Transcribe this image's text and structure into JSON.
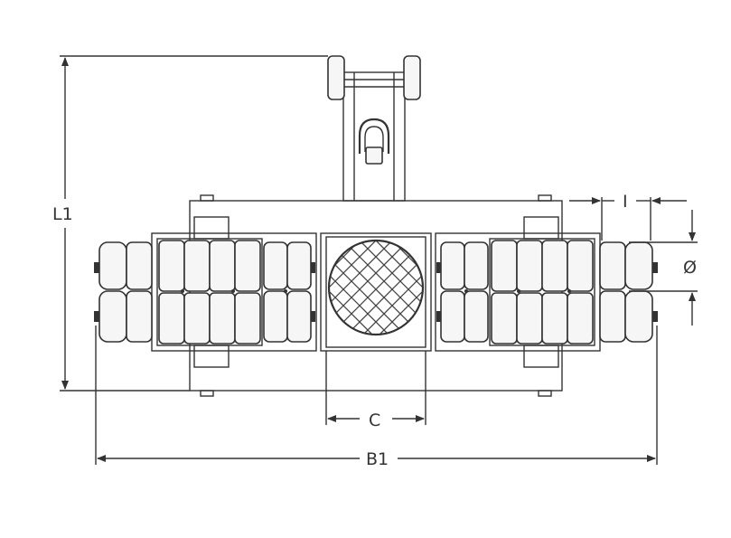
{
  "drawing": {
    "subject": "skate-roller-unit",
    "colors": {
      "line": "#333333",
      "roller_fill": "#f6f6f6",
      "background": "#ffffff"
    }
  },
  "dimensions": {
    "L1": "L1",
    "B1": "B1",
    "C": "C",
    "I": "I",
    "diameter": "Ø"
  }
}
